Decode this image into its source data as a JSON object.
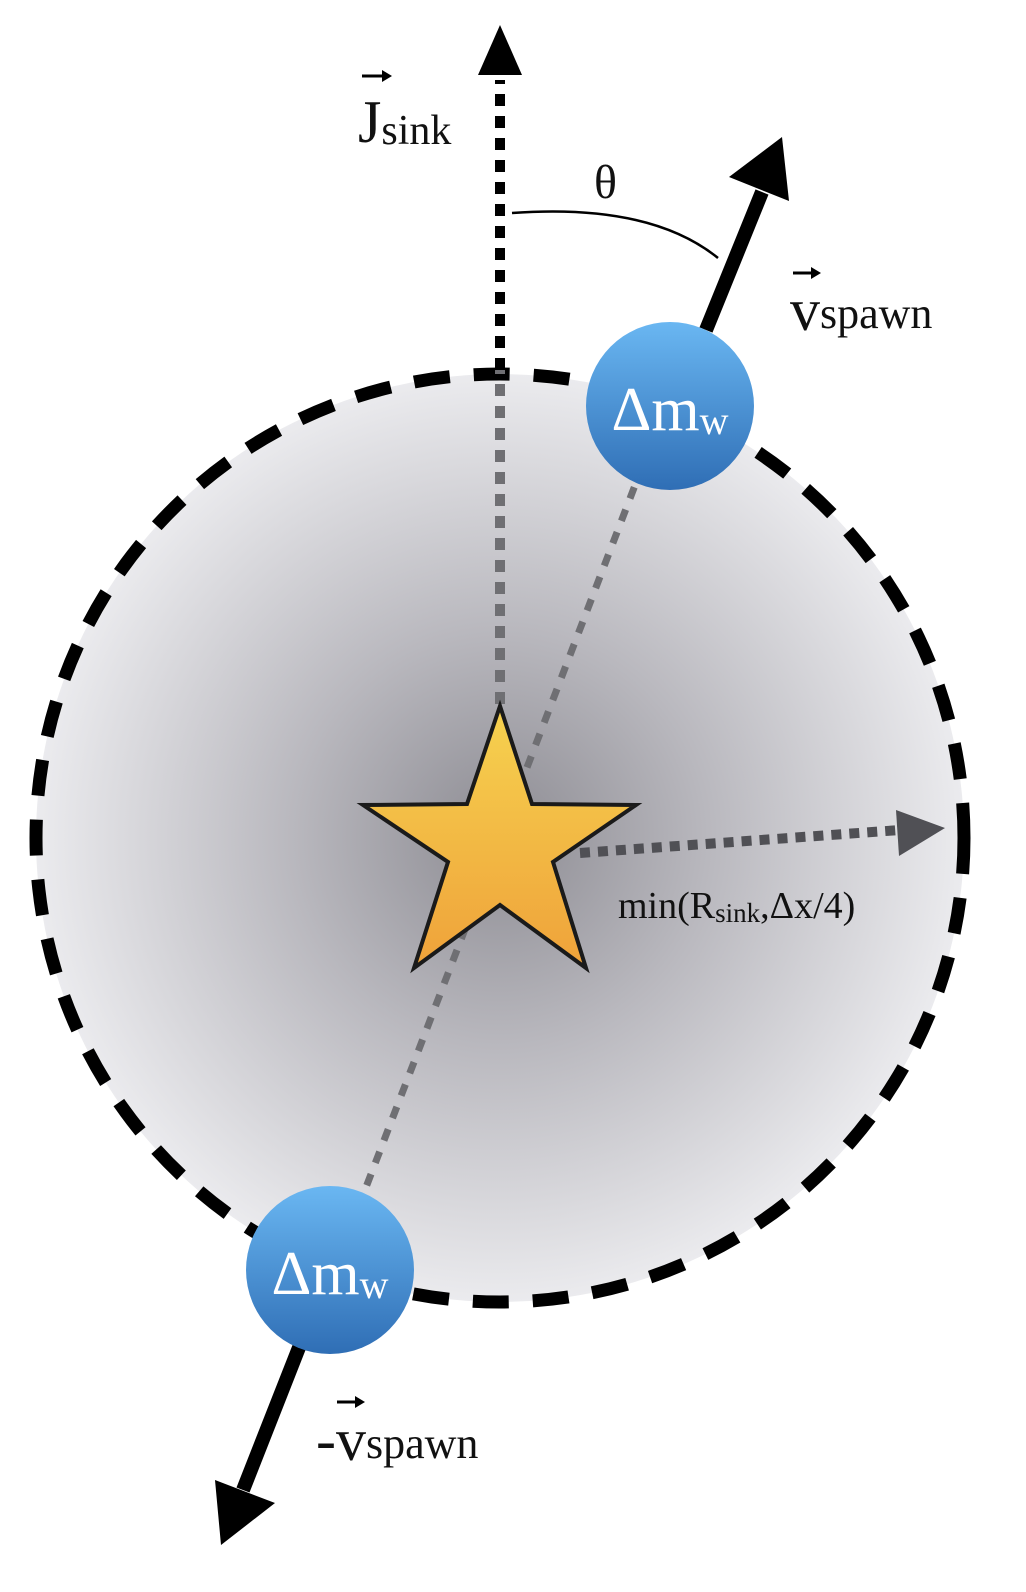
{
  "labels": {
    "j_sink": {
      "main": "J",
      "sub": "sink"
    },
    "theta": "θ",
    "v_spawn": {
      "main": "v",
      "sub": "spawn"
    },
    "neg_v_spawn": {
      "prefix": "-",
      "main": "v",
      "sub": "spawn"
    },
    "mass_blob": {
      "main": "Δm",
      "sub": "w"
    },
    "radius": {
      "prefix": "min(R",
      "sub": "sink",
      "suffix": ",Δx/4)"
    }
  },
  "colors": {
    "cloud_center": "#8d8c93",
    "cloud_edge": "#ebebee",
    "star_top": "#f6d24f",
    "star_bottom": "#efa23a",
    "blob_top": "#6ab7f2",
    "blob_bottom": "#2f6eb5",
    "arrow": "#000000",
    "dotted_guide": "#6f6f73",
    "radius_arrow": "#505055"
  },
  "icons": {
    "center": "star-icon",
    "arrow_marker": "arrowhead-icon"
  }
}
